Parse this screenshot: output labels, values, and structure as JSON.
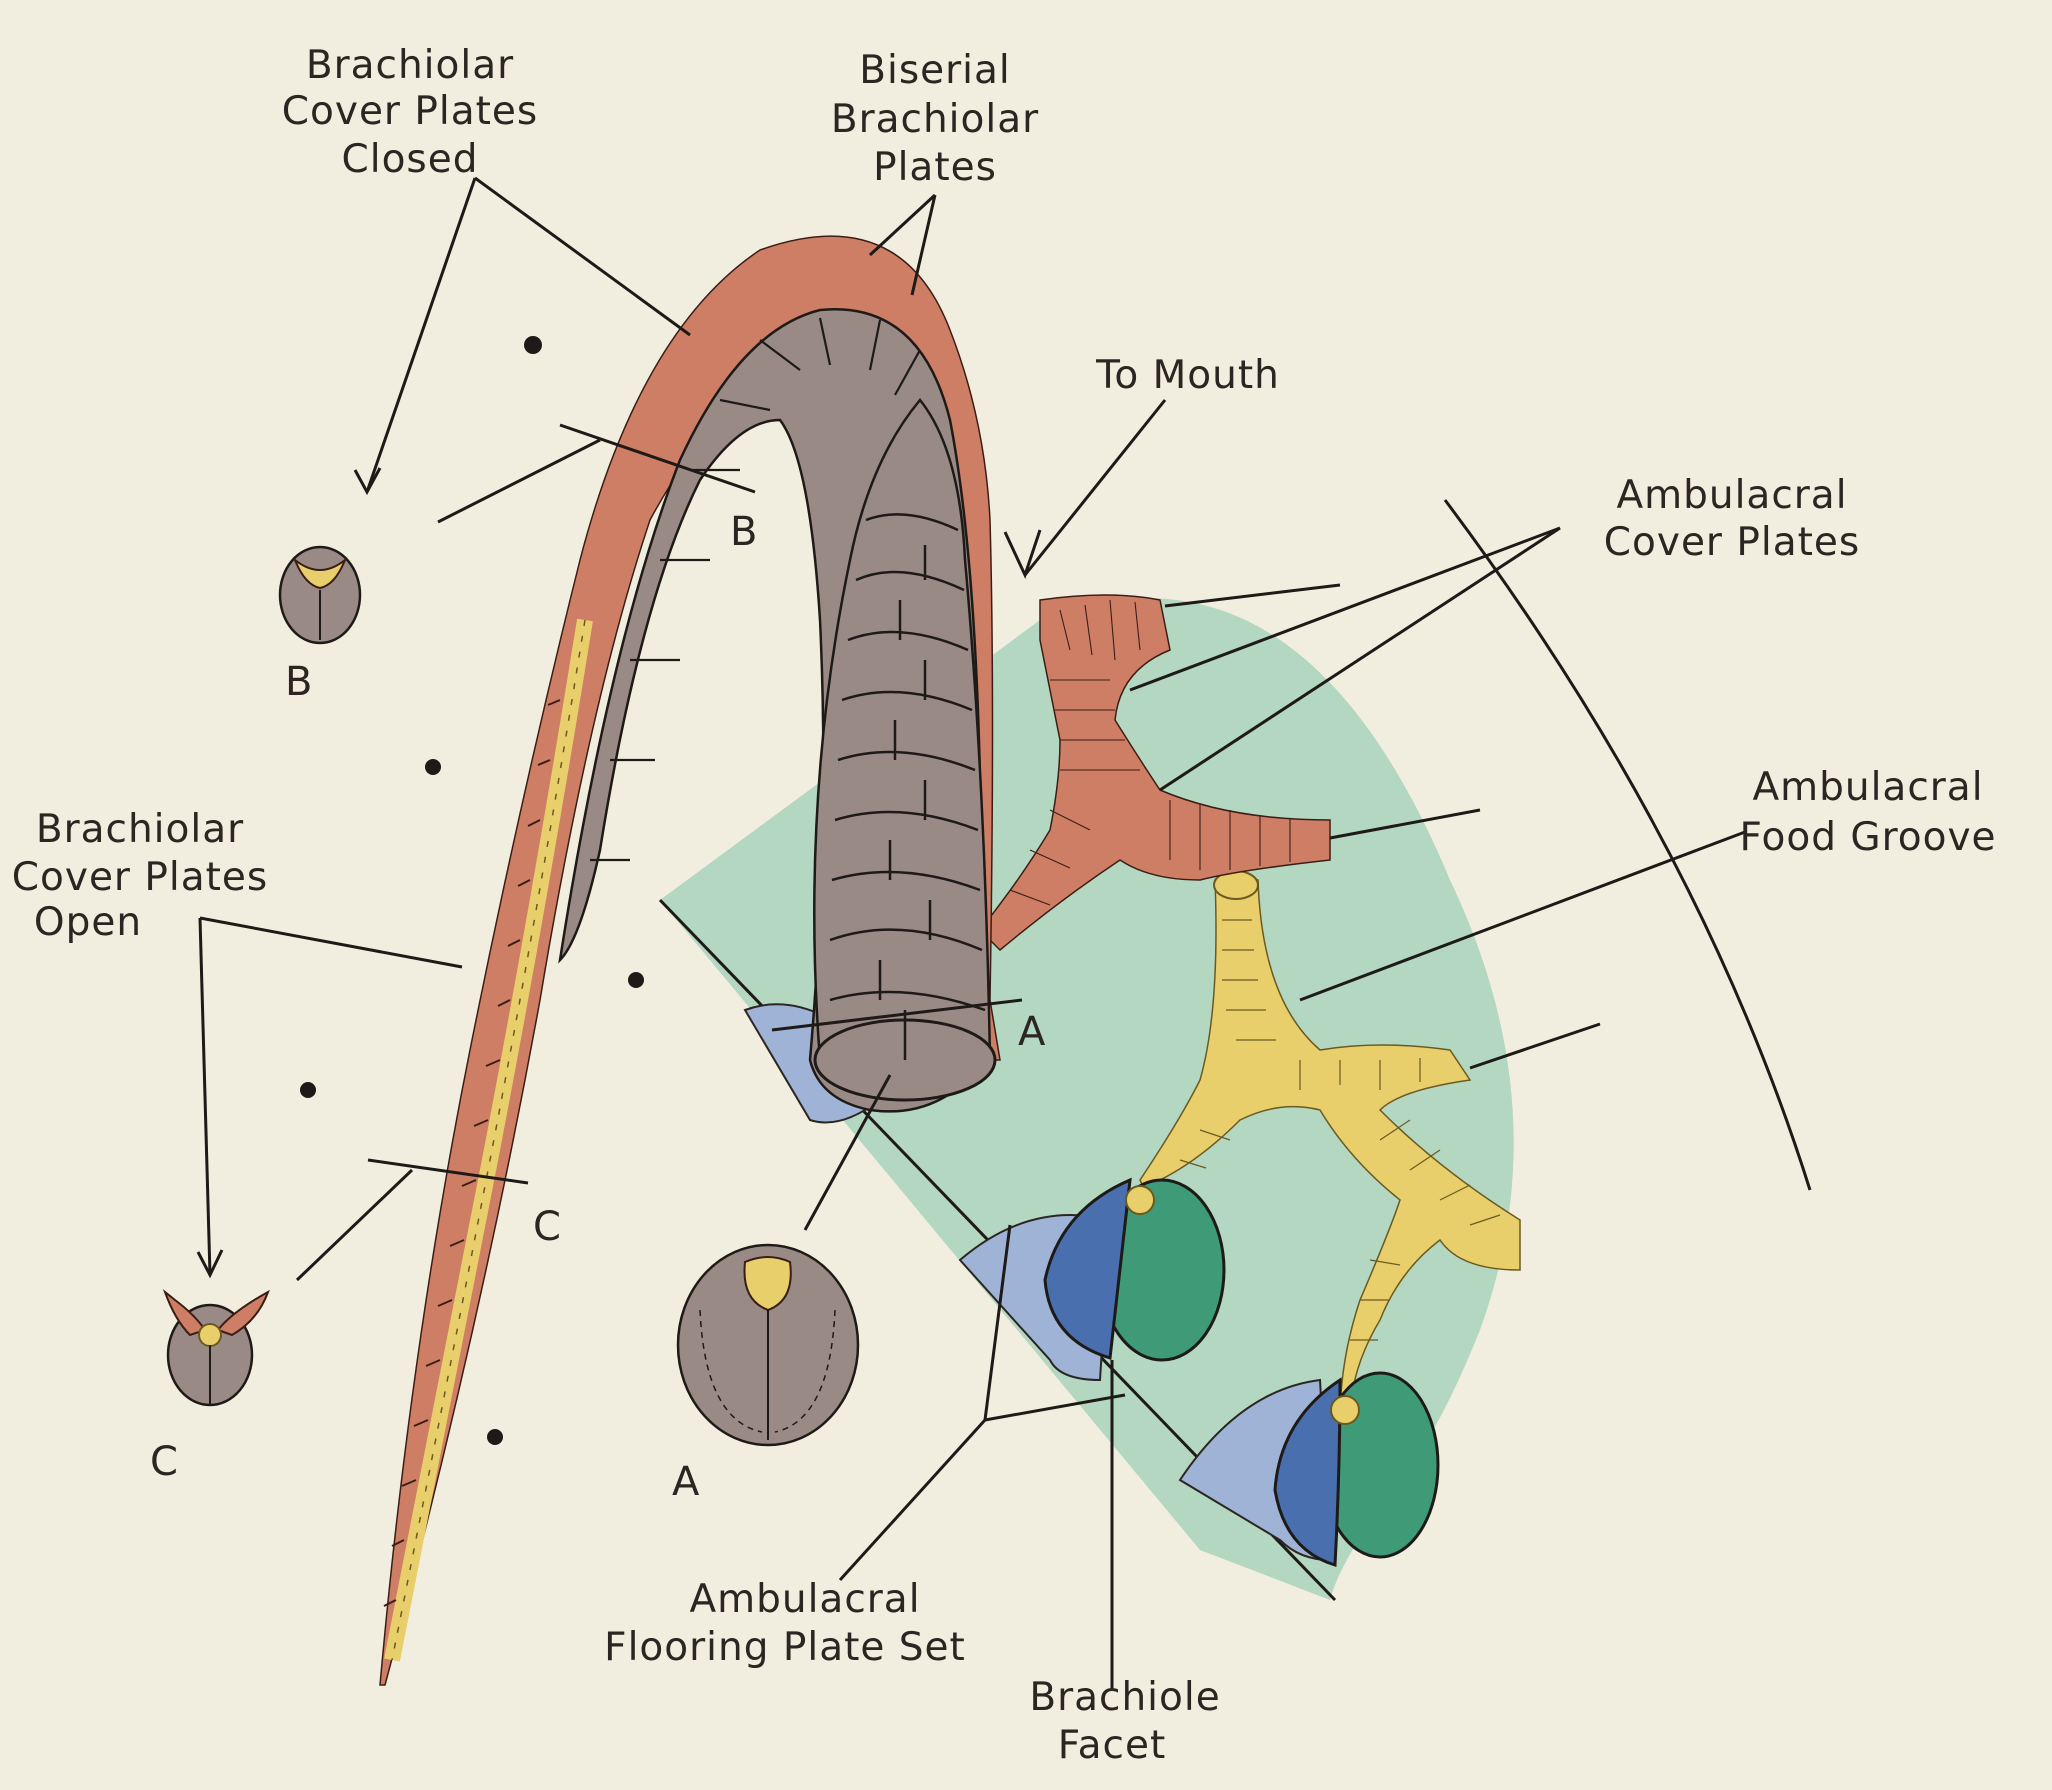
{
  "labels": {
    "cover_closed": [
      "Brachiolar",
      "Cover Plates",
      "Closed"
    ],
    "biserial": [
      "Biserial",
      "Brachiolar",
      "Plates"
    ],
    "to_mouth": "To Mouth",
    "amb_cover": [
      "Ambulacral",
      "Cover Plates"
    ],
    "amb_groove": [
      "Ambulacral",
      "Food Groove"
    ],
    "cover_open": [
      "Brachiolar",
      "Cover Plates",
      "Open"
    ],
    "flooring": [
      "Ambulacral",
      "Flooring Plate Set"
    ],
    "facet": [
      "Brachiole",
      "Facet"
    ]
  },
  "section_letters": {
    "b_arm": "B",
    "b_section": "B",
    "c_arm": "C",
    "c_section": "C",
    "a_arm": "A",
    "a_section": "A"
  },
  "colors": {
    "background": "#f2eedf",
    "plates": "#9a8a86",
    "cover_plates": "#cf7e66",
    "food_groove": "#e8cf6c",
    "theca": "#a8d2bc",
    "flooring": "#9fb3d6",
    "facet_blue": "#4a6fae",
    "facet_green": "#3f9a78"
  }
}
